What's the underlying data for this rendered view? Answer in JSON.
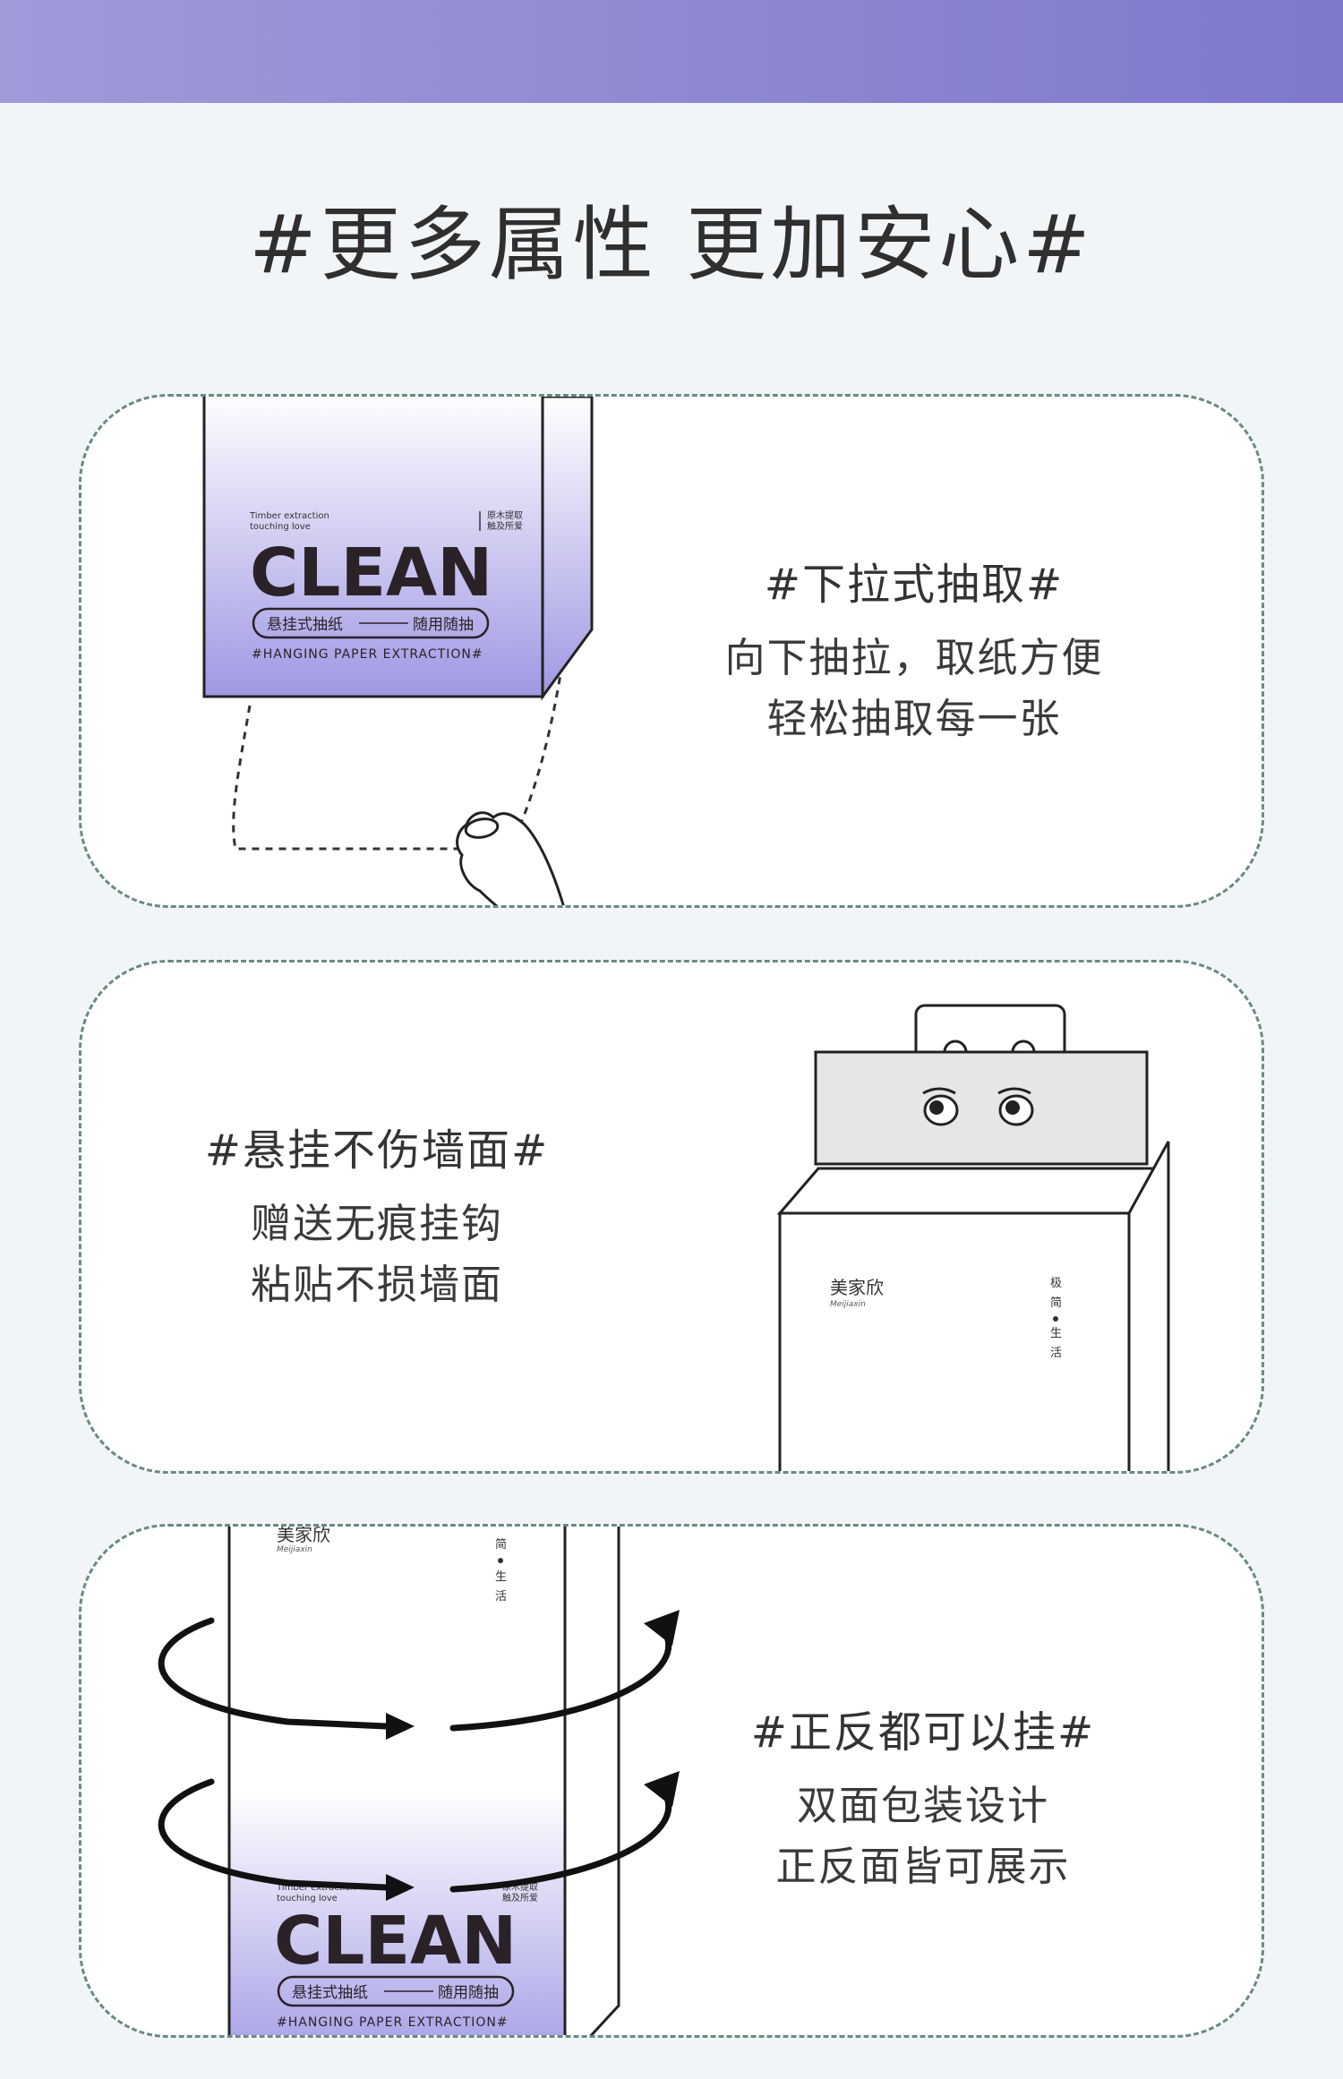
{
  "title": "#更多属性 更加安心#",
  "features": [
    {
      "heading": "#下拉式抽取#",
      "lines": [
        "向下抽拉，取纸方便",
        "轻松抽取每一张"
      ]
    },
    {
      "heading": "#悬挂不伤墙面#",
      "lines": [
        "赠送无痕挂钩",
        "粘贴不损墙面"
      ]
    },
    {
      "heading": "#正反都可以挂#",
      "lines": [
        "双面包装设计",
        "正反面皆可展示"
      ]
    }
  ],
  "package": {
    "brand_en_1": "Timber extraction",
    "brand_en_2": "touching love",
    "brand_cn_1": "原木提取",
    "brand_cn_2": "触及所爱",
    "word": "CLEAN",
    "pill_left": "悬挂式抽纸",
    "pill_right": "随用随抽",
    "tagline": "#HANGING PAPER EXTRACTION#",
    "logo_cn": "美家欣",
    "logo_script": "Meijiaxin",
    "vertical_text": [
      "极",
      "简",
      "生",
      "活"
    ]
  },
  "colors": {
    "accent": "#8b86d2",
    "dash": "#6a8a82",
    "text": "#333333"
  }
}
